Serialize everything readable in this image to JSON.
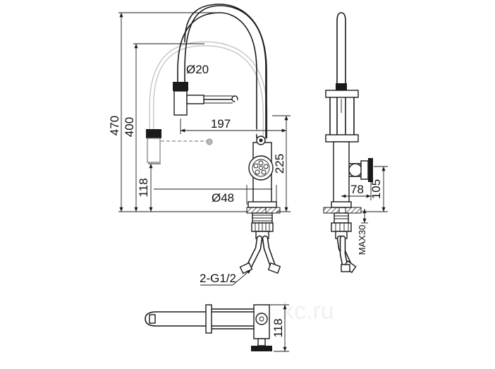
{
  "dimensions": {
    "total_height": "470",
    "spout_height": "400",
    "lower_height": "118",
    "body_height": "225",
    "hose_diameter": "Ø20",
    "reach": "197",
    "base_diameter": "Ø48",
    "handle_offset": "78",
    "handle_height": "105",
    "counter_thickness": "MAX30",
    "connection": "2-G1/2",
    "plan_depth": "118"
  },
  "watermark": "kc.ru"
}
